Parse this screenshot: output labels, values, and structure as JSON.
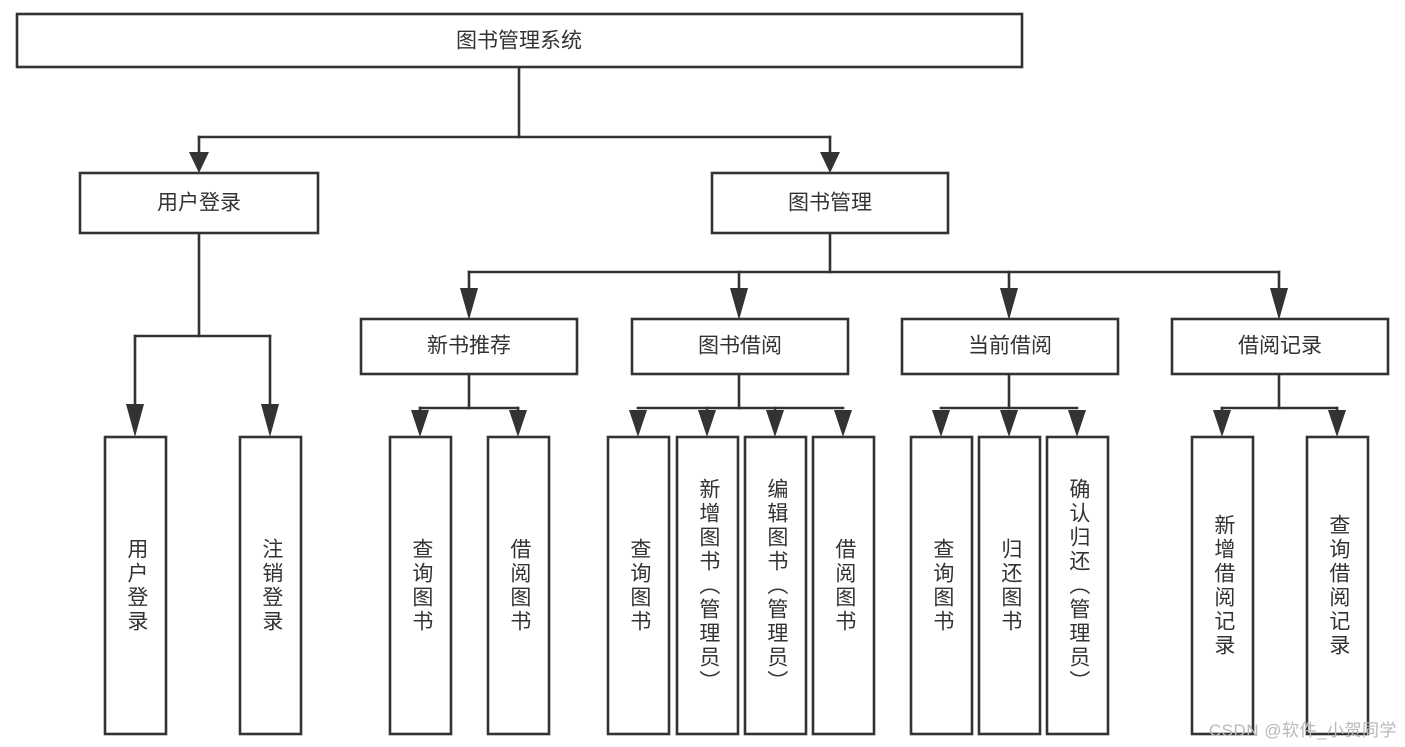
{
  "diagram": {
    "type": "tree",
    "title": "图书管理系统",
    "watermark": "CSDN @软件_小贺同学",
    "colors": {
      "box_stroke": "#333333",
      "box_fill": "#ffffff",
      "text": "#333333",
      "connector": "#333333",
      "watermark": "#b9b9b9"
    },
    "root": {
      "id": "root",
      "label": "图书管理系统"
    },
    "level2": [
      {
        "id": "user-login",
        "label": "用户登录"
      },
      {
        "id": "book-manage",
        "label": "图书管理"
      }
    ],
    "level3": [
      {
        "id": "new-book-recommend",
        "label": "新书推荐",
        "parent": "book-manage"
      },
      {
        "id": "book-borrow",
        "label": "图书借阅",
        "parent": "book-manage"
      },
      {
        "id": "current-borrow",
        "label": "当前借阅",
        "parent": "book-manage"
      },
      {
        "id": "borrow-record",
        "label": "借阅记录",
        "parent": "book-manage"
      }
    ],
    "leaves": [
      {
        "id": "leaf-user-login",
        "label": "用户登录",
        "parent": "user-login"
      },
      {
        "id": "leaf-logout-login",
        "label": "注销登录",
        "parent": "user-login"
      },
      {
        "id": "leaf-query-book-1",
        "label": "查询图书",
        "parent": "new-book-recommend"
      },
      {
        "id": "leaf-borrow-book-1",
        "label": "借阅图书",
        "parent": "new-book-recommend"
      },
      {
        "id": "leaf-query-book-2",
        "label": "查询图书",
        "parent": "book-borrow"
      },
      {
        "id": "leaf-add-book",
        "label": "新增图书（管理员）",
        "parent": "book-borrow"
      },
      {
        "id": "leaf-edit-book",
        "label": "编辑图书（管理员）",
        "parent": "book-borrow"
      },
      {
        "id": "leaf-borrow-book-2",
        "label": "借阅图书",
        "parent": "book-borrow"
      },
      {
        "id": "leaf-query-book-3",
        "label": "查询图书",
        "parent": "current-borrow"
      },
      {
        "id": "leaf-return-book",
        "label": "归还图书",
        "parent": "current-borrow"
      },
      {
        "id": "leaf-confirm-return",
        "label": "确认归还（管理员）",
        "parent": "current-borrow"
      },
      {
        "id": "leaf-add-borrow-record",
        "label": "新增借阅记录",
        "parent": "borrow-record"
      },
      {
        "id": "leaf-query-borrow-record",
        "label": "查询借阅记录",
        "parent": "borrow-record"
      }
    ]
  }
}
